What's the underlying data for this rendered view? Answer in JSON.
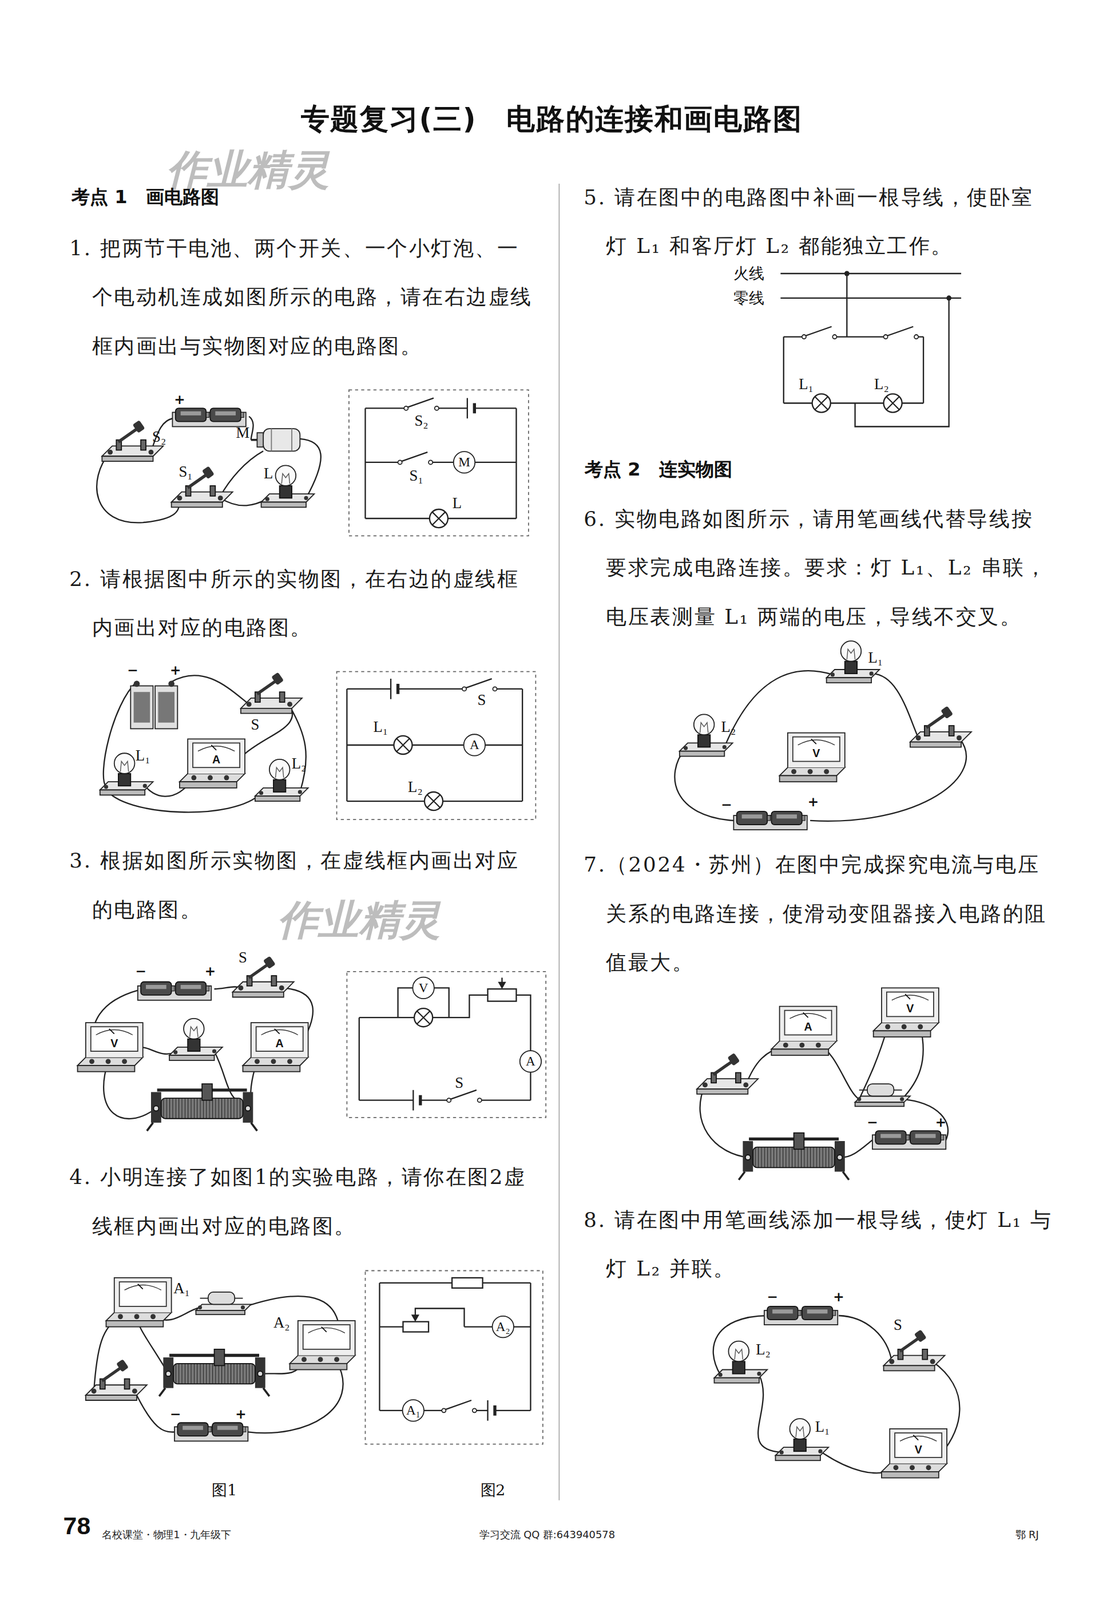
{
  "diagram": {
    "title": "专题复习(三)　电路的连接和画电路图",
    "nodes": [
      {
        "text": [
          "M"
        ]
      },
      {
        "text": [
          "A"
        ]
      },
      {
        "text": [
          "V"
        ]
      },
      {
        "text": [
          "A"
        ]
      },
      {
        "text": [
          "A₂"
        ]
      },
      {
        "text": [
          "A₁"
        ]
      }
    ],
    "labels": [
      "作业精灵",
      "考点 1　画电路图",
      "1. 把两节干电池、两个开关、一个小灯泡、一个电动机连成如图所示的电路，请在右边虚线框内画出与实物图对应的电路图。",
      "S₂",
      "+",
      "M",
      "S₁",
      "L",
      "S₂",
      "S₁",
      "L",
      "2. 请根据图中所示的实物图，在右边的虚线框内画出对应的电路图。",
      "−",
      "+",
      "S",
      "L₁",
      "A",
      "L₂",
      "L₁",
      "S",
      "L₂",
      "3. 根据如图所示实物图，在虚线框内画出对应的电路图。",
      "作业精灵",
      "S",
      "−",
      "+",
      "V",
      "A",
      "S",
      "4. 小明连接了如图1的实验电路，请你在图2虚线框内画出对应的电路图。",
      "A₁",
      "A₂",
      "−",
      "+",
      "图1",
      "图2",
      "78",
      "名校课堂・物理1・九年级下",
      "5. 请在图中的电路图中补画一根导线，使卧室灯 L₁ 和客厅灯 L₂ 都能独立工作。",
      "火线",
      "零线",
      "L₁",
      "L₂",
      "考点 2　连实物图",
      "6. 实物电路如图所示，请用笔画线代替导线按要求完成电路连接。要求：灯 L₁、L₂ 串联，电压表测量 L₁ 两端的电压，导线不交叉。",
      "L₁",
      "L₂",
      "V",
      "−",
      "+",
      "7.（2024・苏州）在图中完成探究电流与电压关系的电路连接，使滑动变阻器接入电路的阻值最大。",
      "A",
      "V",
      "−",
      "+",
      "8. 请在图中用笔画线添加一根导线，使灯 L₁ 与灯 L₂ 并联。",
      "−",
      "+",
      "L₂",
      "S",
      "L₁",
      "V",
      "学习交流 QQ 群:643940578",
      "鄂 RJ"
    ]
  }
}
